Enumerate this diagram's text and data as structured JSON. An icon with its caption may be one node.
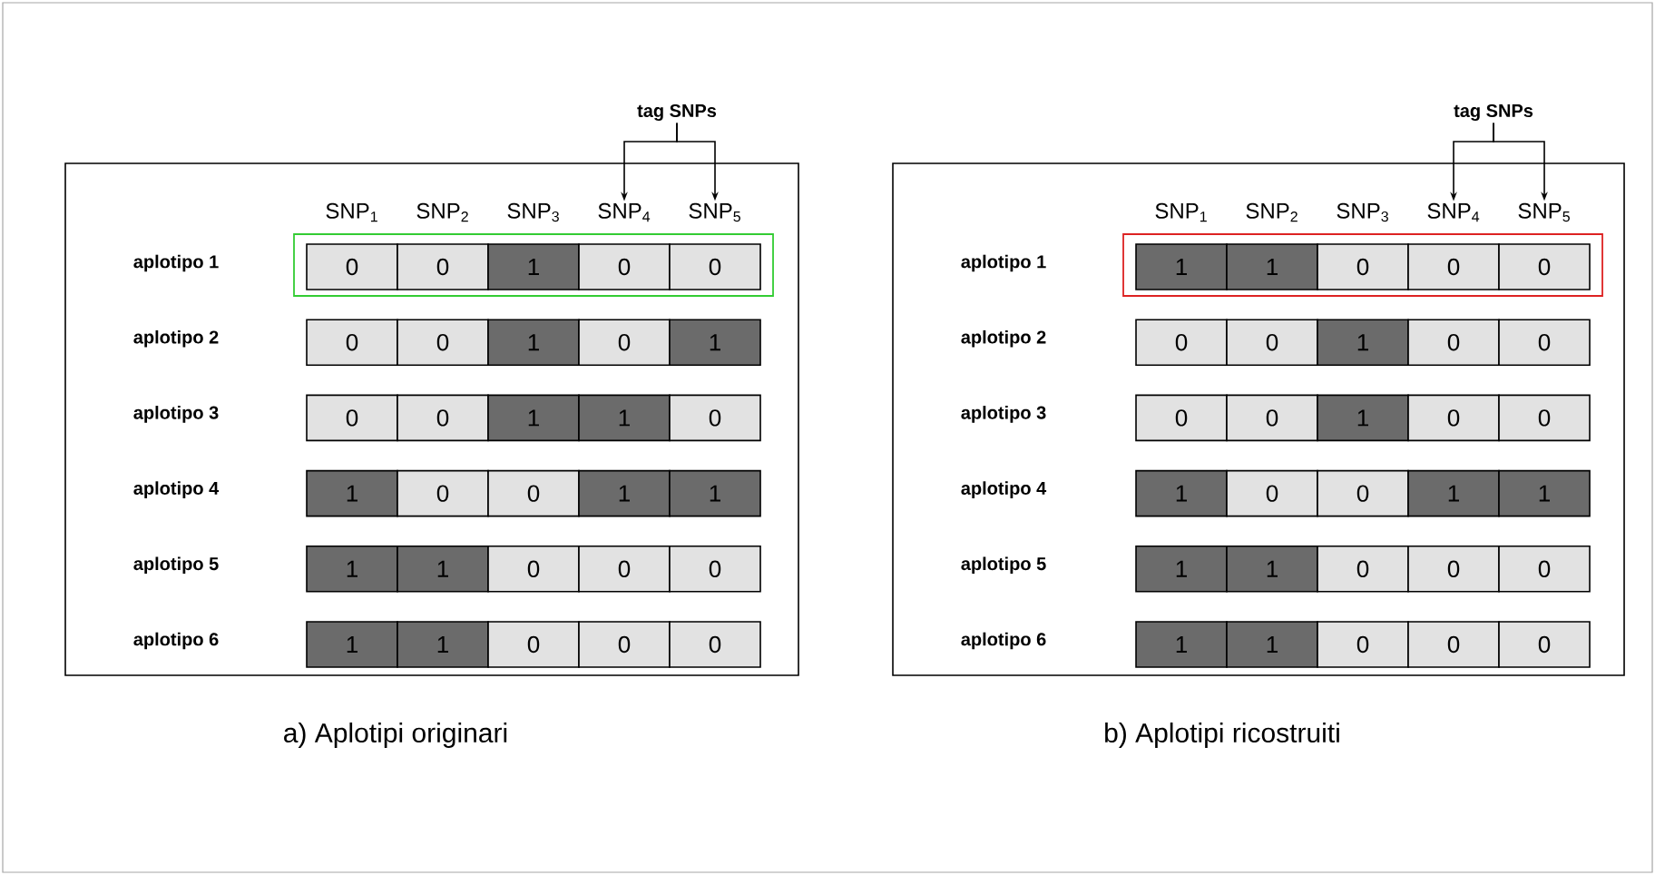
{
  "diagram": {
    "nodes": [
      {
        "text": [],
        "shape": "box",
        "beside": [
          "a) Aplotipi originari"
        ]
      },
      {
        "text": [
          "tag SNPs"
        ]
      },
      {
        "text": [
          "SNP$_{4}$"
        ],
        "in": 0
      },
      {
        "text": [
          "SNP$_{5}$"
        ],
        "in": 0
      },
      {
        "text": [],
        "shape": "box",
        "beside": [
          "b) Aplotipi ricostruiti"
        ]
      },
      {
        "text": [
          "tag SNPs"
        ]
      },
      {
        "text": [
          "SNP$_{4}$"
        ],
        "in": 4
      },
      {
        "text": [
          "SNP$_{5}$"
        ],
        "in": 4
      }
    ],
    "edges": [
      {
        "from": 1,
        "to": 2,
        "arrow": "to"
      },
      {
        "from": 1,
        "to": 3,
        "arrow": "to"
      },
      {
        "from": 5,
        "to": 6,
        "arrow": "to"
      },
      {
        "from": 5,
        "to": 7,
        "arrow": "to"
      }
    ],
    "labels": [
      "SNP$_{1}$",
      "SNP$_{2}$",
      "SNP$_{3}$",
      "aplotipo 1",
      "0",
      "0",
      "1",
      "0",
      "0",
      "aplotipo 2",
      "0",
      "0",
      "1",
      "0",
      "1",
      "aplotipo 3",
      "0",
      "0",
      "1",
      "1",
      "0",
      "aplotipo 4",
      "1",
      "0",
      "0",
      "1",
      "1",
      "aplotipo 5",
      "1",
      "1",
      "0",
      "0",
      "0",
      "aplotipo 6",
      "1",
      "1",
      "0",
      "0",
      "0",
      "SNP$_{1}$",
      "SNP$_{2}$",
      "SNP$_{3}$",
      "aplotipo 1",
      "1",
      "1",
      "0",
      "0",
      "0",
      "aplotipo 2",
      "0",
      "0",
      "1",
      "0",
      "0",
      "aplotipo 3",
      "0",
      "0",
      "1",
      "0",
      "0",
      "aplotipo 4",
      "1",
      "0",
      "0",
      "1",
      "1",
      "aplotipo 5",
      "1",
      "1",
      "0",
      "0",
      "0",
      "aplotipo 6",
      "1",
      "1",
      "0",
      "0",
      "0"
    ]
  }
}
